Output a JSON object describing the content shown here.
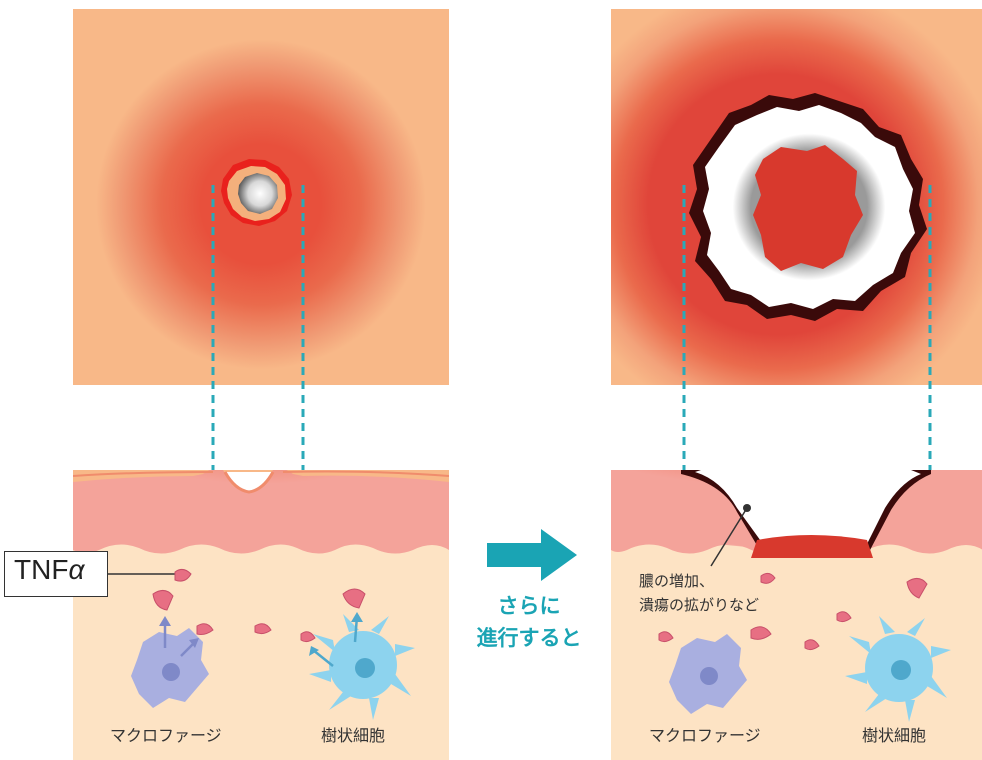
{
  "labels": {
    "tnf_prefix": "TNF",
    "tnf_alpha": "α",
    "macrophage_left": "マクロファージ",
    "dendritic_left": "樹状細胞",
    "macrophage_right": "マクロファージ",
    "dendritic_right": "樹状細胞",
    "progression_line1": "さらに",
    "progression_line2": "進行すると",
    "pus_note_line1": "膿の増加、",
    "pus_note_line2": "潰瘍の拡がりなど"
  },
  "colors": {
    "skin_top": "#f8b888",
    "inflammation": "#e8503c",
    "dermis": "#f4a39a",
    "subcutis": "#fde3c4",
    "macrophage": "#a9afe0",
    "dendritic_cell": "#8dd3ee",
    "tnf_particle": "#e76f83",
    "guide_line": "#2aa9b8",
    "arrow": "#1aa4b4"
  }
}
